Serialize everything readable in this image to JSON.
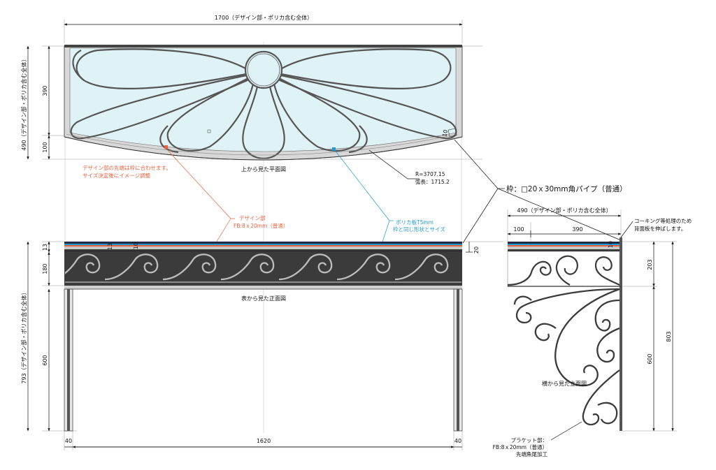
{
  "dimensions": {
    "total_width": "1700（デザイン部・ポリカ含む全体）",
    "plan_depth_total": "490（デザイン部・ポリカ含む全体）",
    "plan_390": "390",
    "plan_100": "100",
    "front_13": "13",
    "front_180": "180",
    "front_600": "600",
    "front_total": "793（デザイン部・ポリカ含む全体）",
    "front_10": "10",
    "front_20": "20",
    "bottom_left_40": "40",
    "bottom_1620": "1620",
    "bottom_right_40": "40",
    "side_total": "490（デザイン部・ポリカ含む全体）",
    "side_100": "100",
    "side_390": "390",
    "side_10": "10",
    "side_203": "203",
    "side_600": "600",
    "side_803": "803",
    "plan_corner_10": "10"
  },
  "captions": {
    "plan": "上から見た平面図",
    "front": "表から見た正面図",
    "side": "横から見た立面図"
  },
  "notes": {
    "design_tip_1": "デザイン部の先端は枠に合わせます。",
    "design_tip_2": "サイズ決定後にイメージ調整",
    "radius": "R=3707.15",
    "arc_length": "弧長：1715.2",
    "frame": "枠：□20ｘ30mm角パイプ（普通）",
    "design_part_1": "デザイン部",
    "design_part_2": "FB:8ｘ20mm（普通）",
    "poly_1": "ポリカ板T5mm",
    "poly_2": "枠と同じ形状とサイズ",
    "caulk_1": "コーキング等処理のため",
    "caulk_2": "背面板を伸ばします。",
    "bracket_1": "ブラケット部：",
    "bracket_2": "FB:8ｘ20mm（普通）",
    "bracket_3": "先端魚尾加工"
  },
  "colors": {
    "polycarbonate": "#dff2f6",
    "frame": "#555555",
    "fascia": "#3b3b3b",
    "note_red": "#e8623c",
    "note_blue": "#1e9ad6"
  }
}
